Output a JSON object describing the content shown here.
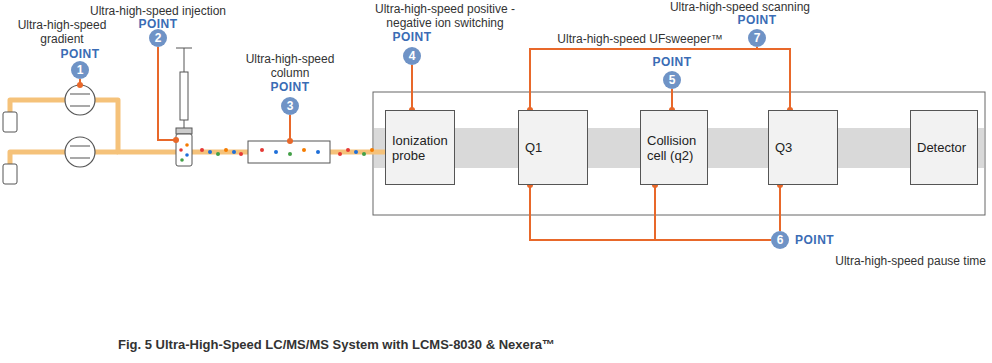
{
  "diagram": {
    "caption": "Fig. 5 Ultra-High-Speed LC/MS/MS System with LCMS-8030 & Nexera™",
    "nodes": [
      {
        "text": [
          "Ionization probe"
        ]
      },
      {
        "text": [
          "Q1"
        ]
      },
      {
        "text": [
          "Collision cell (q2)"
        ]
      },
      {
        "text": [
          "Q3"
        ]
      },
      {
        "text": [
          "Detector"
        ]
      }
    ],
    "labels": [
      "Ultra-high-speed gradient",
      "POINT",
      "1",
      "Ultra-high-speed injection",
      "POINT",
      "2",
      "Ultra-high-speed column",
      "POINT",
      "3",
      "Ultra-high-speed positive - negative ion switching",
      "POINT",
      "4",
      "Ultra-high-speed scanning",
      "POINT",
      "7",
      "Ultra-high-speed UFsweeper™",
      "POINT",
      "5",
      "6",
      "POINT",
      "Ultra-high-speed pause time"
    ]
  }
}
